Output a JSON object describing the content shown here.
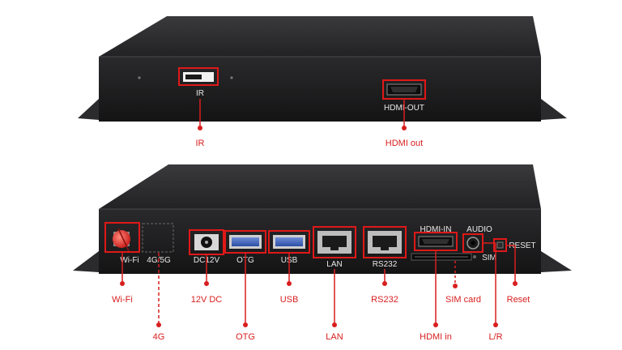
{
  "colors": {
    "accent": "#d81e1e",
    "device": "#1c1c1e",
    "silkscreen": "#e8e8e8"
  },
  "top_panel": {
    "silkscreen": {
      "ir": "IR",
      "hdmi_out": "HDMI-OUT"
    },
    "callouts": {
      "ir": "IR",
      "hdmi_out": "HDMI out"
    }
  },
  "bottom_panel": {
    "silkscreen": {
      "wifi": "Wi-Fi",
      "g4g5": "4G/5G",
      "dc12v": "DC12V",
      "otg": "OTG",
      "usb": "USB",
      "lan": "LAN",
      "rs232": "RS232",
      "hdmi_in": "HDMI-IN",
      "audio": "AUDIO",
      "sim": "SIM",
      "reset": "RESET"
    },
    "callouts": {
      "wifi": "Wi-Fi",
      "g4": "4G",
      "dc": "12V DC",
      "otg": "OTG",
      "usb": "USB",
      "lan": "LAN",
      "rs232": "RS232",
      "hdmi_in": "HDMI in",
      "sim_card": "SIM card",
      "lr": "L/R",
      "reset": "Reset"
    }
  }
}
